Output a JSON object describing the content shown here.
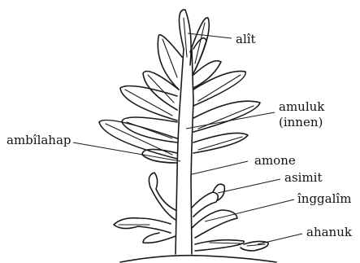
{
  "labels": {
    "alit": "alît",
    "amuluk": "amuluk",
    "innen": "(innen)",
    "ambilahap": "ambîlahap",
    "amone": "amone",
    "asimit": "asimit",
    "inggalim": "înggalîm",
    "ahanuk": "ahanuk"
  }
}
